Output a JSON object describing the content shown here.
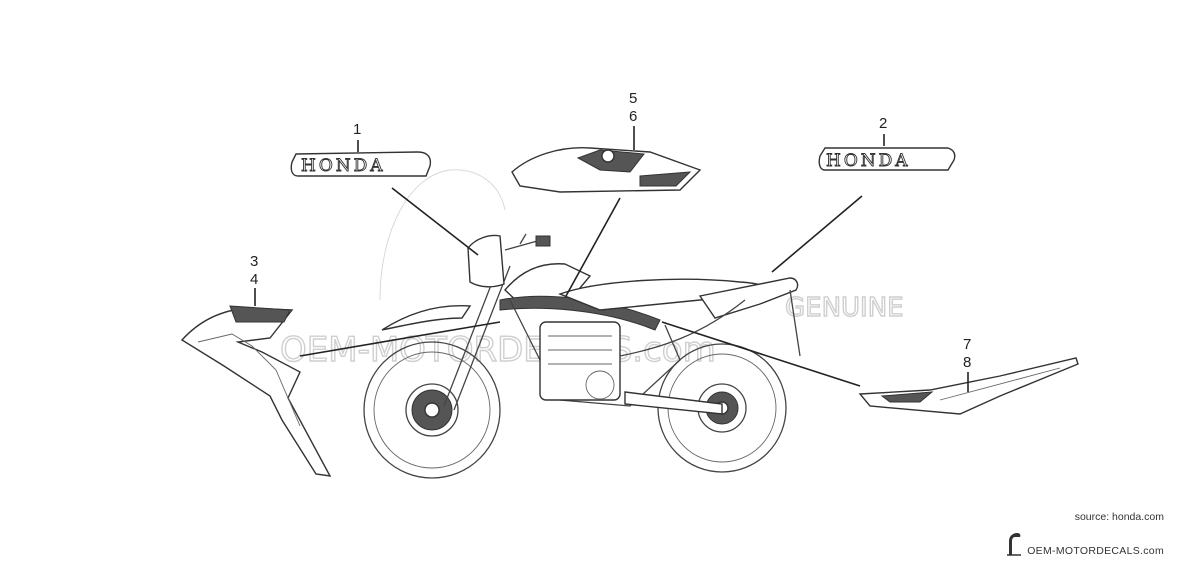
{
  "diagram": {
    "callouts": [
      {
        "id": "c1",
        "label": "1"
      },
      {
        "id": "c2",
        "label": "2"
      },
      {
        "id": "c3",
        "label": "3"
      },
      {
        "id": "c4",
        "label": "4"
      },
      {
        "id": "c5",
        "label": "5"
      },
      {
        "id": "c6",
        "label": "6"
      },
      {
        "id": "c7",
        "label": "7"
      },
      {
        "id": "c8",
        "label": "8"
      }
    ],
    "emblem_left_text": "HONDA",
    "emblem_right_text": "HONDA"
  },
  "watermark": {
    "line1": "GENUINE",
    "line2": "OEM-MOTORDECALS.com"
  },
  "footer": {
    "source": "source: honda.com",
    "brand": "OEM-MOTORDECALS.com"
  }
}
